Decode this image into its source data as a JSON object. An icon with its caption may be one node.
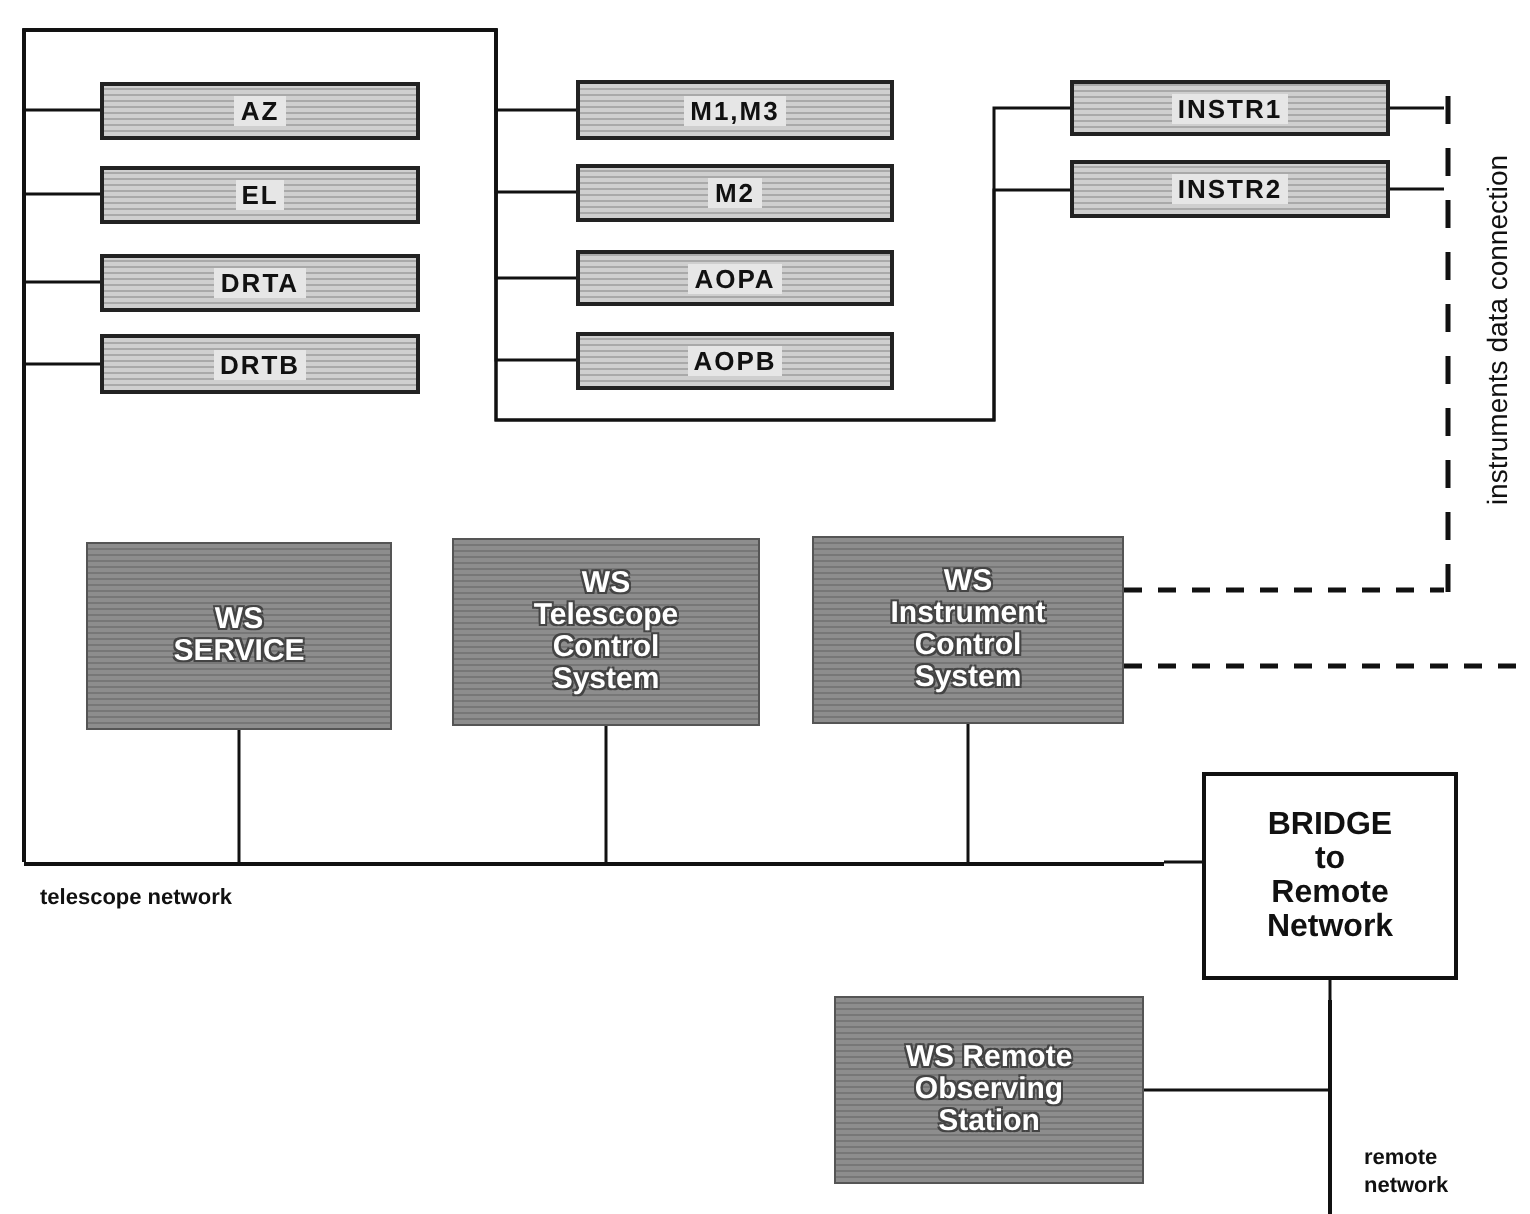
{
  "diagram": {
    "nodes": [
      {
        "text": [
          "AZ"
        ]
      },
      {
        "text": [
          "EL"
        ]
      },
      {
        "text": [
          "DRTA"
        ]
      },
      {
        "text": [
          "DRTB"
        ]
      },
      {
        "text": [
          "M1,M3"
        ]
      },
      {
        "text": [
          "M2"
        ]
      },
      {
        "text": [
          "AOPA"
        ]
      },
      {
        "text": [
          "AOPB"
        ]
      },
      {
        "text": [
          "INSTR1"
        ]
      },
      {
        "text": [
          "INSTR2"
        ]
      },
      {
        "text": [
          "WS SERVICE"
        ]
      },
      {
        "text": [
          "WS Telescope Control System"
        ]
      },
      {
        "text": [
          "WS Instrument Control System"
        ]
      },
      {
        "text": [
          "instruments data connection"
        ]
      },
      {
        "text": [
          "BRIDGE to Remote Network"
        ]
      },
      {
        "text": [
          "telescope network"
        ]
      },
      {
        "text": [
          "WS Remote Observing Station"
        ]
      },
      {
        "text": [
          "remote network"
        ]
      }
    ],
    "edges": [
      {
        "from": 0,
        "to": 15,
        "arrow": "none"
      },
      {
        "from": 1,
        "to": 15,
        "arrow": "none"
      },
      {
        "from": 2,
        "to": 15,
        "arrow": "none"
      },
      {
        "from": 3,
        "to": 15,
        "arrow": "none"
      },
      {
        "from": 4,
        "to": 15,
        "arrow": "none"
      },
      {
        "from": 5,
        "to": 15,
        "arrow": "none"
      },
      {
        "from": 6,
        "to": 15,
        "arrow": "none"
      },
      {
        "from": 7,
        "to": 15,
        "arrow": "none"
      },
      {
        "from": 8,
        "to": 15,
        "arrow": "none"
      },
      {
        "from": 9,
        "to": 15,
        "arrow": "none"
      },
      {
        "from": 10,
        "to": 15,
        "arrow": "none"
      },
      {
        "from": 11,
        "to": 15,
        "arrow": "none"
      },
      {
        "from": 12,
        "to": 15,
        "arrow": "none"
      },
      {
        "from": 14,
        "to": 15,
        "arrow": "none"
      },
      {
        "from": 8,
        "to": 13,
        "arrow": "none"
      },
      {
        "from": 9,
        "to": 13,
        "arrow": "none"
      },
      {
        "from": 12,
        "to": 13,
        "arrow": "none",
        "style": "dashed"
      },
      {
        "from": 12,
        "to": null,
        "arrow": "none",
        "style": "dashed"
      },
      {
        "from": 14,
        "to": 17,
        "arrow": "none"
      },
      {
        "from": 16,
        "to": 17,
        "arrow": "none"
      }
    ]
  }
}
